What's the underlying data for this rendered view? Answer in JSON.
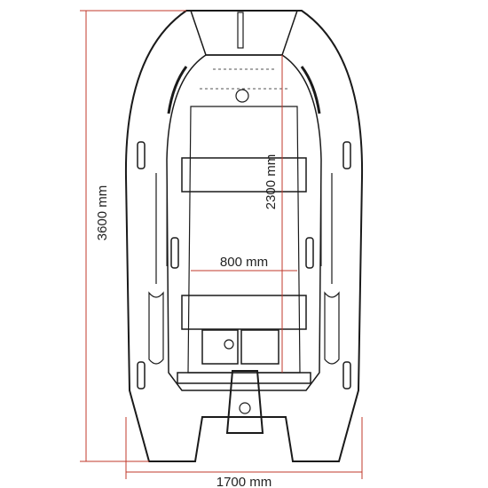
{
  "diagram": {
    "dimensions": {
      "overall_length": "3600 mm",
      "overall_width": "1700 mm",
      "interior_length": "2300 mm",
      "interior_width": "800 mm"
    },
    "colors": {
      "outline": "#1a1a1a",
      "dimension_line": "#c0392b",
      "text": "#222222",
      "background": "#ffffff"
    }
  }
}
